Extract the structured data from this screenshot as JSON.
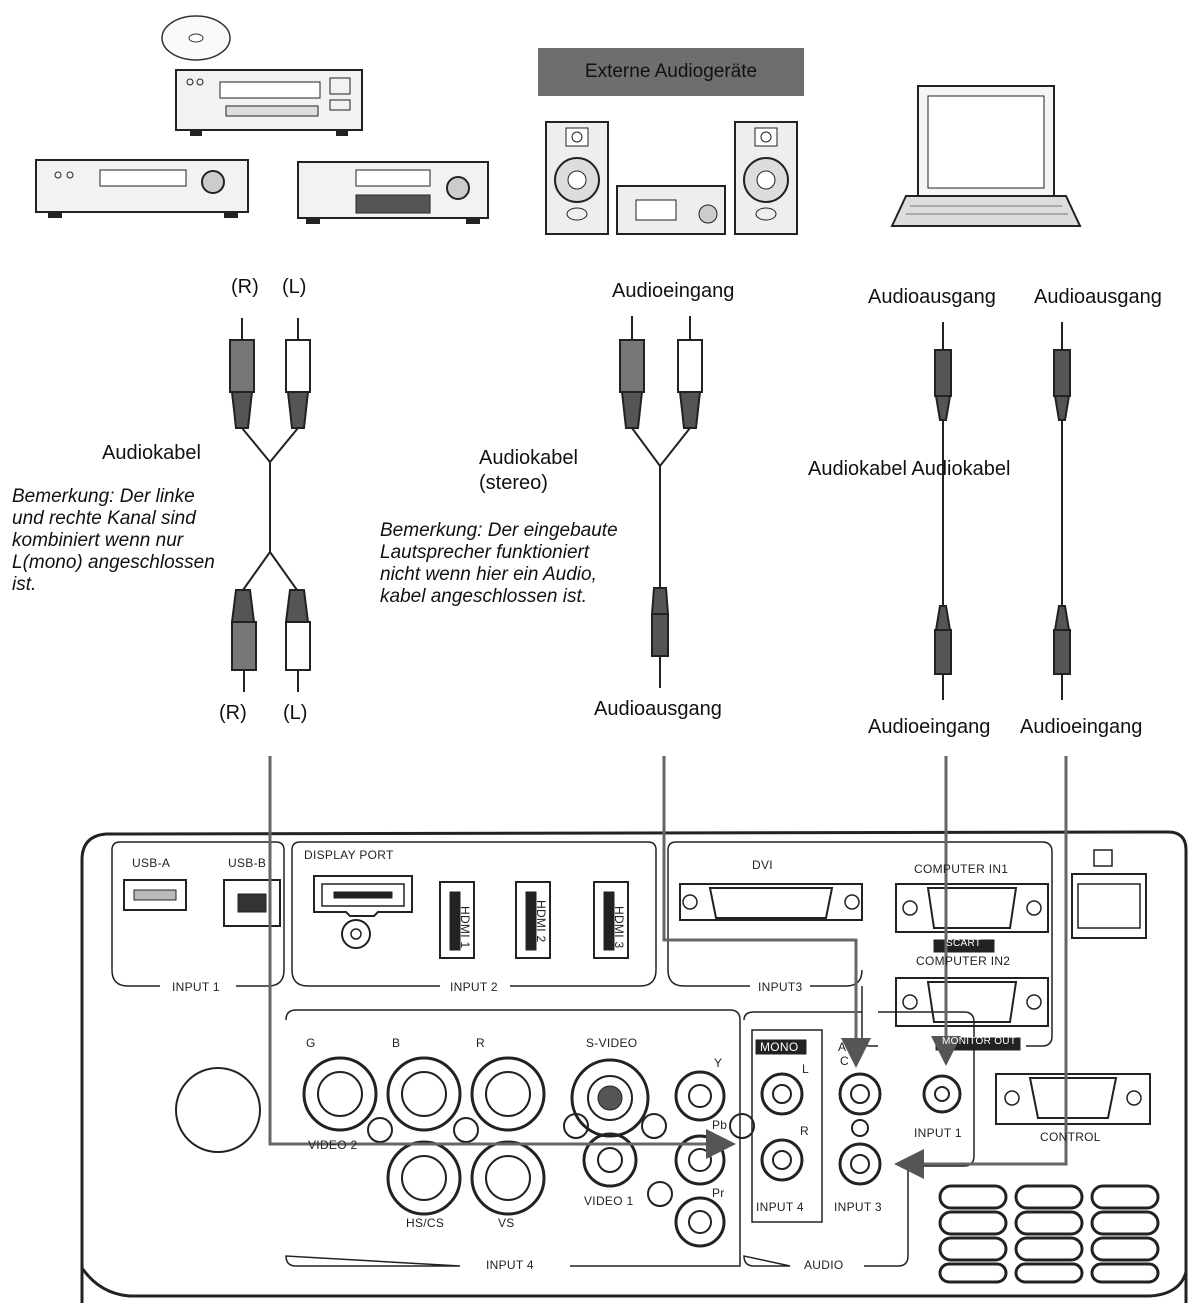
{
  "devices": {
    "external_audio_title": "Externe Audiogeräte"
  },
  "left_cable": {
    "top_r": "(R)",
    "top_l": "(L)",
    "label": "Audiokabel",
    "note_lines": [
      "Bemerkung: Der linke",
      "und rechte Kanal sind",
      "kombiniert wenn nur",
      "L(mono) angeschlossen",
      "ist."
    ],
    "bottom_r": "(R)",
    "bottom_l": "(L)"
  },
  "middle_cable": {
    "top_label": "Audioeingang",
    "label_lines": [
      "Audiokabel",
      "(stereo)"
    ],
    "note_lines": [
      "Bemerkung: Der eingebaute",
      "Lautsprecher funktioniert",
      "nicht wenn hier ein Audio,",
      "kabel angeschlossen ist."
    ],
    "bottom_label": "Audioausgang"
  },
  "right_cables": {
    "top_label_1": "Audioausgang",
    "top_label_2": "Audioausgang",
    "mid_label": "Audiokabel Audiokabel",
    "bottom_label_1": "Audioeingang",
    "bottom_label_2": "Audioeingang"
  },
  "panel": {
    "usb_a": "USB-A",
    "usb_b": "USB-B",
    "display_port": "DISPLAY PORT",
    "hdmi1": "HDMI 1",
    "hdmi2": "HDMI 2",
    "hdmi3": "HDMI 3",
    "dvi": "DVI",
    "computer_in1": "COMPUTER IN1",
    "scart": "SCART",
    "computer_in2": "COMPUTER IN2",
    "monitor_out": "MONITOR OUT",
    "input1": "INPUT 1",
    "input2": "INPUT 2",
    "input3": "INPUT3",
    "g": "G",
    "b": "B",
    "r": "R",
    "s_video": "S-VIDEO",
    "y": "Y",
    "pb": "Pb",
    "pr": "Pr",
    "video2": "VIDEO 2",
    "video1": "VIDEO 1",
    "hs_cs": "HS/CS",
    "vs": "VS",
    "mono": "MONO",
    "l": "L",
    "r2": "R",
    "input4_audio": "INPUT 4",
    "audio_a": "A",
    "audio_c": "C",
    "input3_audio": "INPUT 3",
    "input1_audio": "INPUT 1",
    "control": "CONTROL",
    "input4": "INPUT 4",
    "audio": "AUDIO"
  }
}
